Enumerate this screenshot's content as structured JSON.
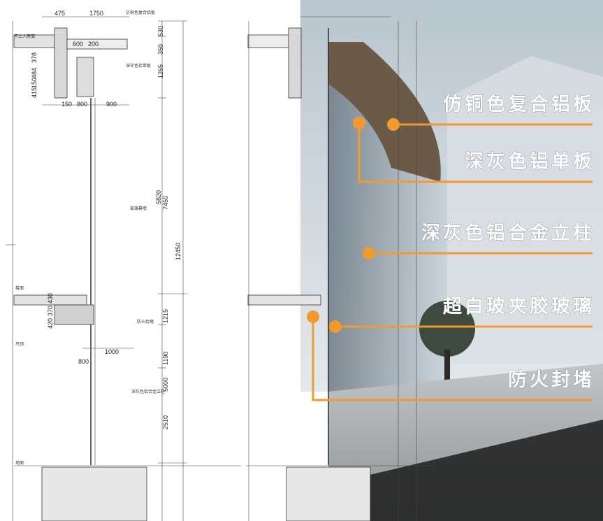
{
  "colors": {
    "accent": "#f29a2e",
    "sky": "#c9d4dc",
    "ground": "#9ea3a6",
    "bronze": "#6b5a48"
  },
  "drawing": {
    "dims_top": [
      "475",
      "1750",
      "600",
      "200",
      "150",
      "800",
      "900"
    ],
    "dims_left": [
      "530",
      "350",
      "1265",
      "378",
      "484",
      "150",
      "415"
    ],
    "dims_mid": [
      "420",
      "370",
      "430",
      "1000",
      "800"
    ],
    "dims_vertical": [
      "7450",
      "5820",
      "12450",
      "1215",
      "1190",
      "5000",
      "2510"
    ],
    "notes": {
      "roof": "不上人屋面",
      "composite_panel": "仿铜色复合铝板",
      "single_panel": "深灰色铝单板",
      "glass": "玻璃幕墙",
      "floor": "楼面",
      "fire_seal": "防火封堵",
      "mullion": "深灰色铝合金立柱",
      "ground": "地面",
      "ceiling": "吊顶"
    }
  },
  "callouts": [
    {
      "label": "仿铜色复合铝板"
    },
    {
      "label": "深灰色铝单板"
    },
    {
      "label": "深灰色铝合金立柱"
    },
    {
      "label": "超白玻夹胶玻璃"
    },
    {
      "label": "防火封堵"
    }
  ]
}
